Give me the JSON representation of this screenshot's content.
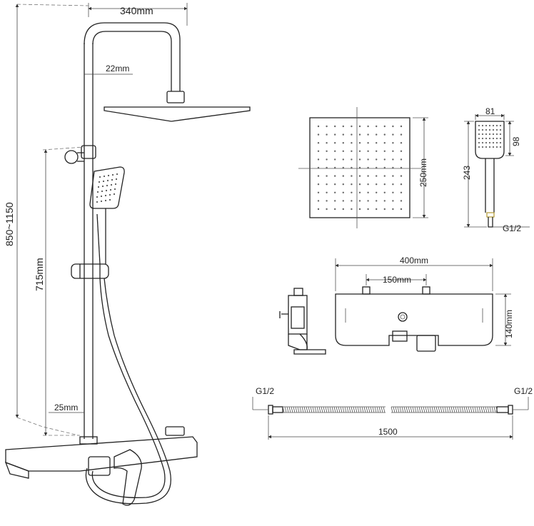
{
  "labels": {
    "top_arm_width": "340mm",
    "pipe_diameter": "22mm",
    "total_height": "850~1150",
    "rail_height": "715mm",
    "bottom_offset": "25mm",
    "head_size": "250mm",
    "handheld_width": "81",
    "handheld_face_height": "98",
    "handheld_length": "243",
    "handheld_thread": "G1/2",
    "shelf_width": "400mm",
    "inlet_spacing": "150mm",
    "shelf_height": "140mm",
    "hose_left_thread": "G1/2",
    "hose_right_thread": "G1/2",
    "hose_length": "1500"
  }
}
